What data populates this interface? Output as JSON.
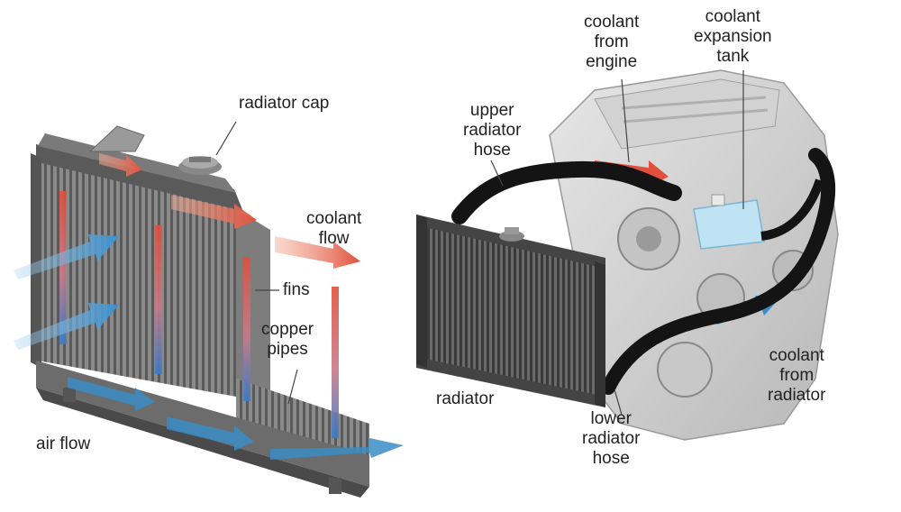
{
  "labels": {
    "radiator_cap": [
      "radiator cap"
    ],
    "coolant_flow": [
      "coolant",
      "flow"
    ],
    "fins": [
      "fins"
    ],
    "copper_pipes": [
      "copper",
      "pipes"
    ],
    "air_flow": [
      "air flow"
    ],
    "coolant_from_engine": [
      "coolant",
      "from",
      "engine"
    ],
    "coolant_expansion_tank": [
      "coolant",
      "expansion",
      "tank"
    ],
    "upper_radiator_hose": [
      "upper",
      "radiator",
      "hose"
    ],
    "radiator": [
      "radiator"
    ],
    "lower_radiator_hose": [
      "lower",
      "radiator",
      "hose"
    ],
    "coolant_from_radiator": [
      "coolant",
      "from",
      "radiator"
    ]
  },
  "colors": {
    "hot_coolant": "#e8604a",
    "cool_coolant": "#3a8cc4",
    "air": "#5aa8d8",
    "hose": "#141414",
    "tank": "#bfe3f2"
  },
  "icons": [
    "radiator-cutaway",
    "engine-block",
    "radiator-cap-icon",
    "expansion-tank-icon",
    "flow-arrow-icon"
  ]
}
